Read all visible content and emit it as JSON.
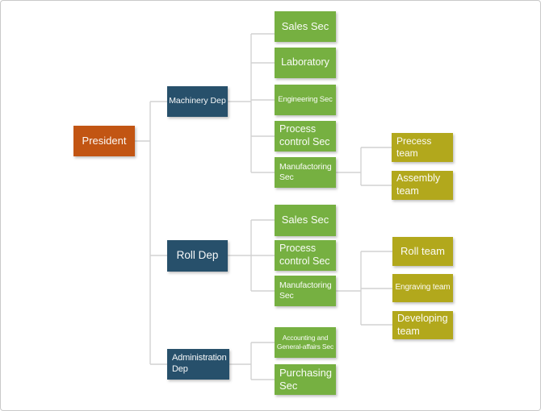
{
  "org_chart": {
    "president": {
      "label": "President"
    },
    "departments": [
      {
        "label": "Machinery Dep",
        "sections": [
          {
            "label": "Sales Sec"
          },
          {
            "label": "Laboratory"
          },
          {
            "label": "Engineering Sec"
          },
          {
            "label": "Process\ncontrol Sec"
          },
          {
            "label": "Manufactoring\nSec",
            "teams": [
              {
                "label": "Precess\nteam"
              },
              {
                "label": "Assembly\nteam"
              }
            ]
          }
        ]
      },
      {
        "label": "Roll Dep",
        "sections": [
          {
            "label": "Sales Sec"
          },
          {
            "label": "Process\ncontrol Sec"
          },
          {
            "label": "Manufactoring\nSec",
            "teams": [
              {
                "label": "Roll team"
              },
              {
                "label": "Engraving team"
              },
              {
                "label": "Developing\nteam"
              }
            ]
          }
        ]
      },
      {
        "label": "Administration\nDep",
        "sections": [
          {
            "label": "Accounting and\nGeneral-affairs Sec"
          },
          {
            "label": "Purchasing\nSec"
          }
        ]
      }
    ],
    "colors": {
      "president": "#c25513",
      "department": "#27506b",
      "section": "#76b041",
      "team": "#b2a81c",
      "connector": "#d2d2d2",
      "canvas_border": "#c9c9c9"
    }
  }
}
